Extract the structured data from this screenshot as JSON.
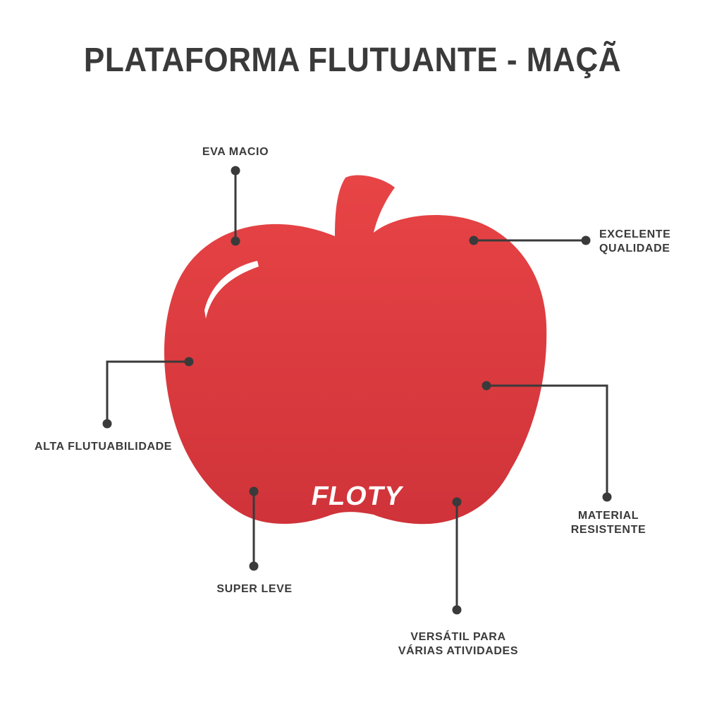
{
  "title": "PLATAFORMA FLUTUANTE - MAÇÃ",
  "brand_logo": "FLOTY",
  "colors": {
    "apple_top": "#e84446",
    "apple_bottom": "#cf3339",
    "line": "#3a3a3a",
    "text": "#3a3a3a"
  },
  "features": {
    "eva": {
      "line1": "EVA MACIO"
    },
    "quality": {
      "line1": "EXCELENTE",
      "line2": "QUALIDADE"
    },
    "float": {
      "line1": "ALTA FLUTUABILIDADE"
    },
    "resistant": {
      "line1": "MATERIAL",
      "line2": "RESISTENTE"
    },
    "light": {
      "line1": "SUPER LEVE"
    },
    "versatile": {
      "line1": "VERSÁTIL PARA",
      "line2": "VÁRIAS ATIVIDADES"
    }
  }
}
